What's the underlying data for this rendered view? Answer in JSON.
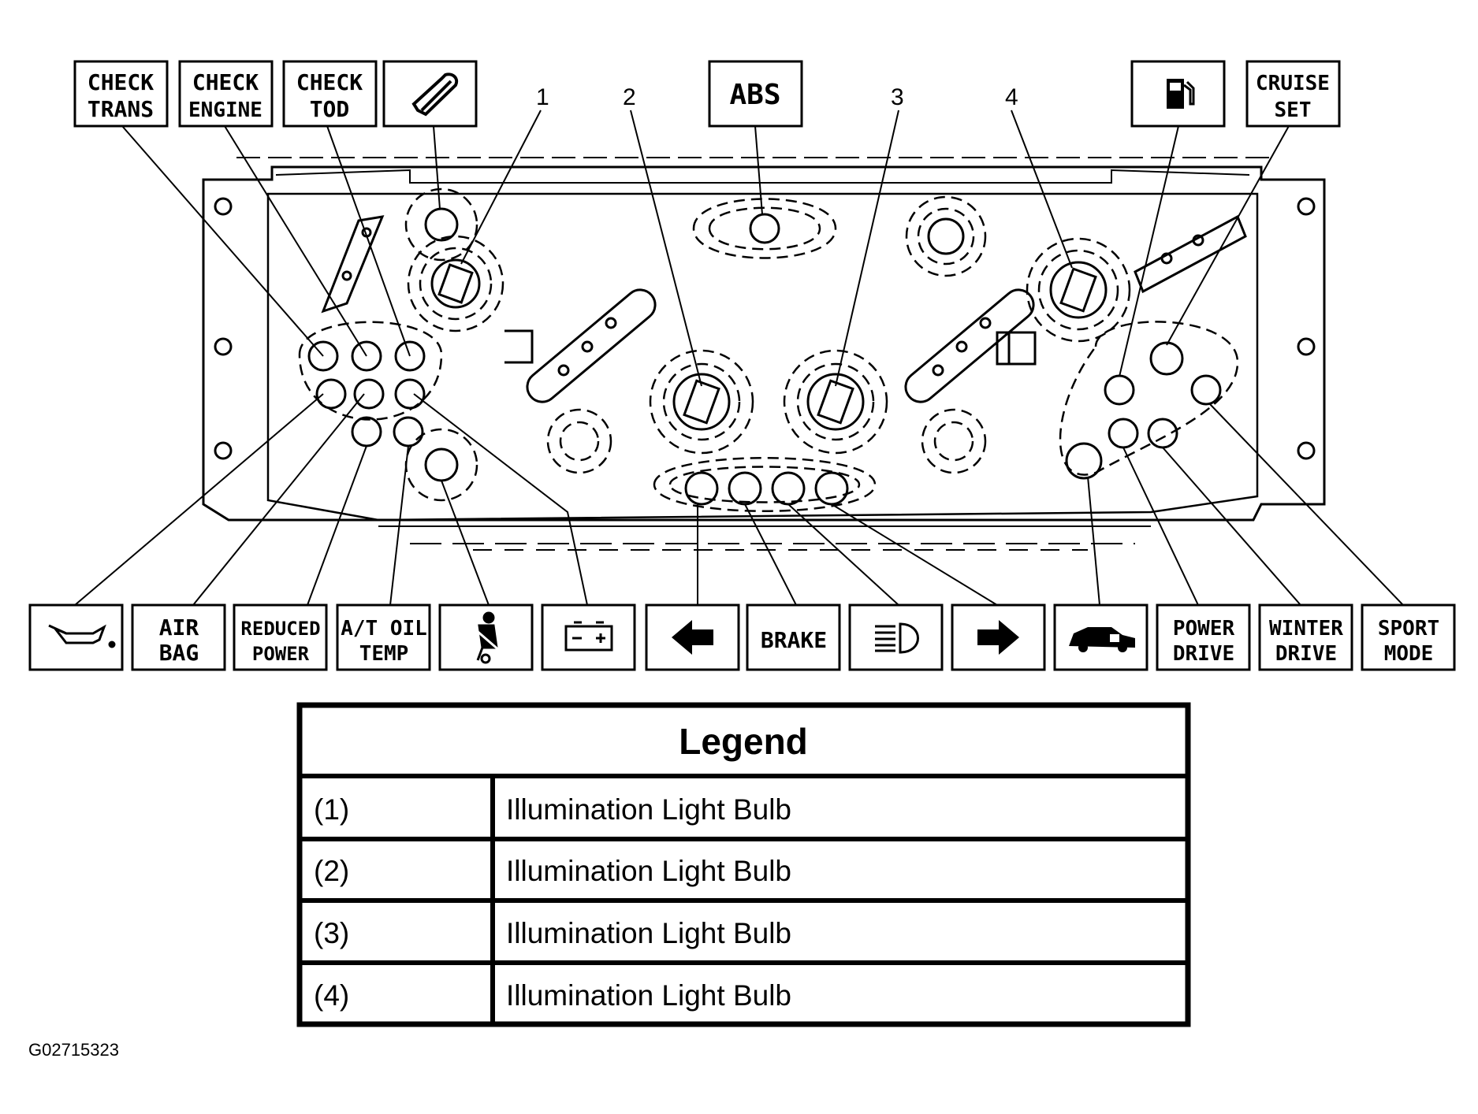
{
  "callouts": [
    "1",
    "2",
    "3",
    "4"
  ],
  "top_indicators": [
    {
      "id": "check-trans",
      "lines": [
        "CHECK",
        "TRANS"
      ]
    },
    {
      "id": "check-engine",
      "lines": [
        "CHECK",
        "ENGINE"
      ]
    },
    {
      "id": "check-tod",
      "lines": [
        "CHECK",
        "TOD"
      ]
    },
    {
      "id": "wrench",
      "icon": "wrench-icon"
    },
    {
      "id": "abs",
      "lines": [
        "ABS"
      ]
    },
    {
      "id": "fuel",
      "icon": "fuel-pump-icon"
    },
    {
      "id": "cruise-set",
      "lines": [
        "CRUISE",
        "SET"
      ]
    }
  ],
  "bottom_indicators": [
    {
      "id": "oil",
      "icon": "oil-can-icon"
    },
    {
      "id": "air-bag",
      "lines": [
        "AIR",
        "BAG"
      ]
    },
    {
      "id": "reduced-power",
      "lines": [
        "REDUCED",
        "POWER"
      ]
    },
    {
      "id": "at-oil-temp",
      "lines": [
        "A/T OIL",
        "TEMP"
      ]
    },
    {
      "id": "seatbelt",
      "icon": "seatbelt-icon"
    },
    {
      "id": "battery",
      "icon": "battery-icon"
    },
    {
      "id": "turn-left",
      "icon": "left-arrow-icon"
    },
    {
      "id": "brake",
      "lines": [
        "BRAKE"
      ]
    },
    {
      "id": "high-beam",
      "icon": "high-beam-icon"
    },
    {
      "id": "turn-right",
      "icon": "right-arrow-icon"
    },
    {
      "id": "security",
      "icon": "security-car-icon"
    },
    {
      "id": "power-drive",
      "lines": [
        "POWER",
        "DRIVE"
      ]
    },
    {
      "id": "winter-drive",
      "lines": [
        "WINTER",
        "DRIVE"
      ]
    },
    {
      "id": "sport-mode",
      "lines": [
        "SPORT",
        "MODE"
      ]
    }
  ],
  "legend": {
    "title": "Legend",
    "rows": [
      {
        "key": "(1)",
        "value": "Illumination Light Bulb"
      },
      {
        "key": "(2)",
        "value": "Illumination Light Bulb"
      },
      {
        "key": "(3)",
        "value": "Illumination Light Bulb"
      },
      {
        "key": "(4)",
        "value": "Illumination Light Bulb"
      }
    ]
  },
  "figure_id": "G02715323"
}
